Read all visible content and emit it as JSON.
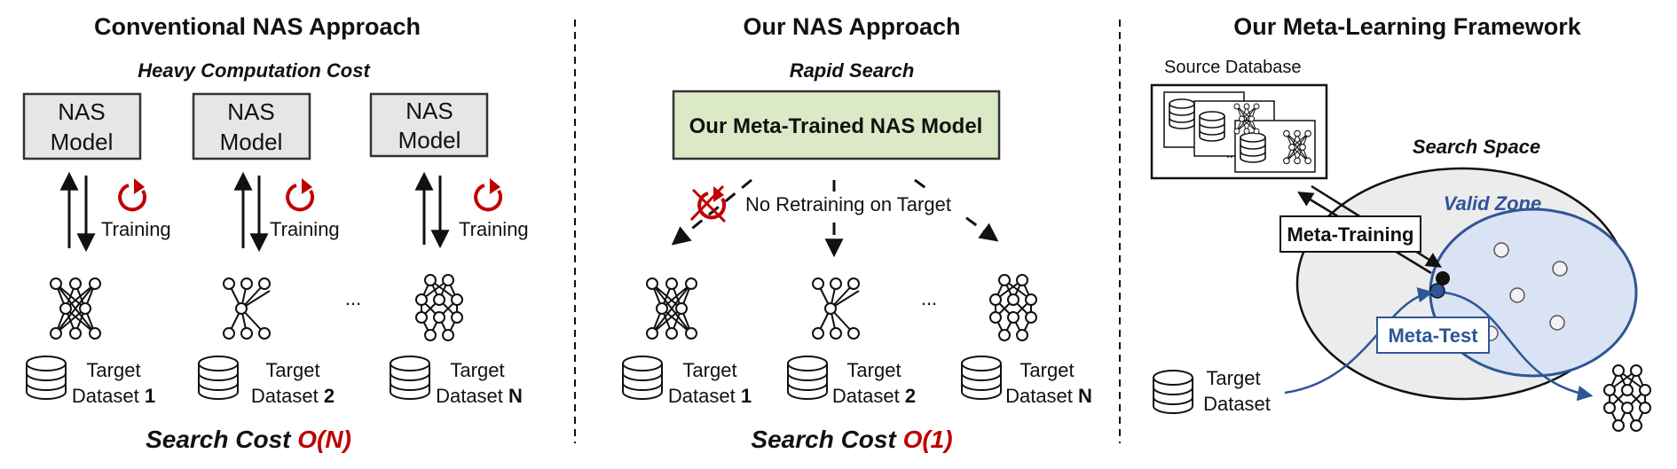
{
  "colors": {
    "red": "#c00000",
    "blue": "#2f5597",
    "green_fill": "#dbe9c6",
    "zone_fill": "#dae3f3",
    "space_fill": "#ececec"
  },
  "panels": {
    "conventional": {
      "title": "Conventional NAS Approach",
      "subtitle": "Heavy  Computation Cost",
      "model_label_line1": "NAS",
      "model_label_line2": "Model",
      "training_label": "Training",
      "dots": "...",
      "target_label": "Target",
      "dataset_label": "Dataset",
      "dataset_indices": [
        "1",
        "2",
        "N"
      ],
      "cost_prefix": "Search Cost ",
      "cost_value": "O(N)"
    },
    "ours": {
      "title": "Our NAS Approach",
      "subtitle": "Rapid Search",
      "model_label": "Our Meta-Trained NAS Model",
      "no_retraining": "No Retraining on Target",
      "dots": "...",
      "target_label": "Target",
      "dataset_label": "Dataset",
      "dataset_indices": [
        "1",
        "2",
        "N"
      ],
      "cost_prefix": "Search Cost ",
      "cost_value": "O(1)"
    },
    "framework": {
      "title": "Our Meta-Learning Framework",
      "source_db": "Source Database",
      "search_space": "Search Space",
      "valid_zone": "Valid Zone",
      "meta_training": "Meta-Training",
      "meta_test": "Meta-Test",
      "target_line1": "Target",
      "target_line2": "Dataset"
    }
  },
  "icons": [
    "nas-model-box",
    "training-cycle-icon",
    "network-icon",
    "database-icon",
    "crossed-training-icon"
  ]
}
